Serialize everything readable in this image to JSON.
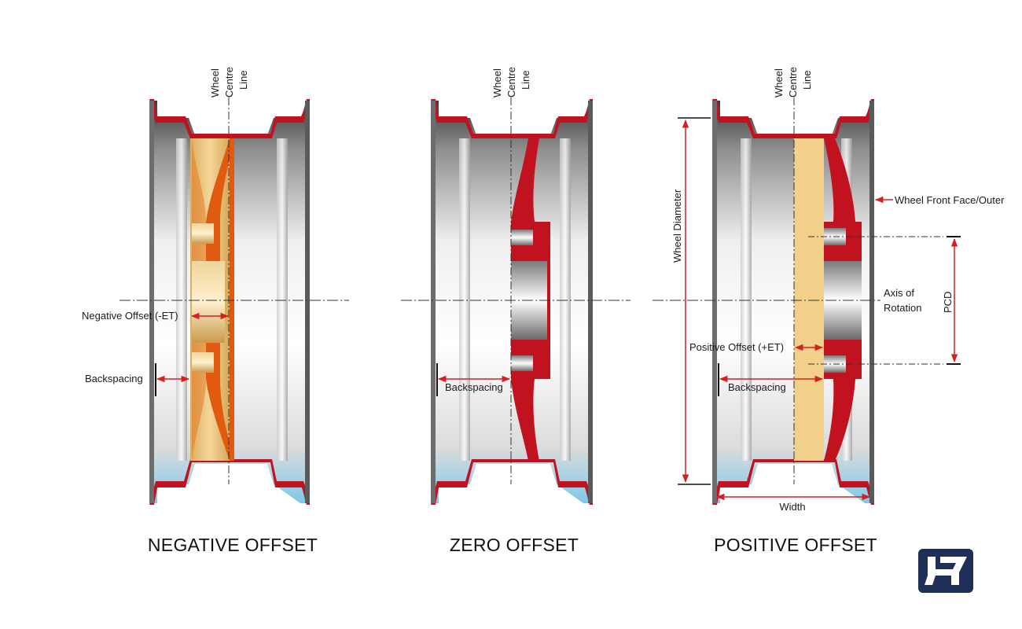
{
  "wheels": [
    {
      "title": "NEGATIVE OFFSET",
      "centre_line_label": [
        "Wheel",
        "Centre",
        "Line"
      ],
      "offset_label": "Negative Offset (-ET)",
      "backspacing_label": "Backspacing"
    },
    {
      "title": "ZERO OFFSET",
      "centre_line_label": [
        "Wheel",
        "Centre",
        "Line"
      ],
      "backspacing_label": "Backspacing"
    },
    {
      "title": "POSITIVE OFFSET",
      "centre_line_label": [
        "Wheel",
        "Centre",
        "Line"
      ],
      "offset_label": "Positive Offset (+ET)",
      "backspacing_label": "Backspacing",
      "diameter_label": "Wheel  Diameter",
      "front_face_label": "Wheel Front Face/Outer",
      "axis_label": [
        "Axis of",
        "Rotation"
      ],
      "pcd_label": "PCD",
      "width_label": "Width"
    }
  ],
  "colors": {
    "rim_red": "#c1121f",
    "offset_band": "#e8c27a",
    "hub_orange": "#e05a10",
    "guide_red": "#d42020",
    "rim_blue_tint": "#7fc8ea",
    "logo_navy": "#1f2f57"
  },
  "logo": {
    "icon": "brand-logo-icon"
  }
}
